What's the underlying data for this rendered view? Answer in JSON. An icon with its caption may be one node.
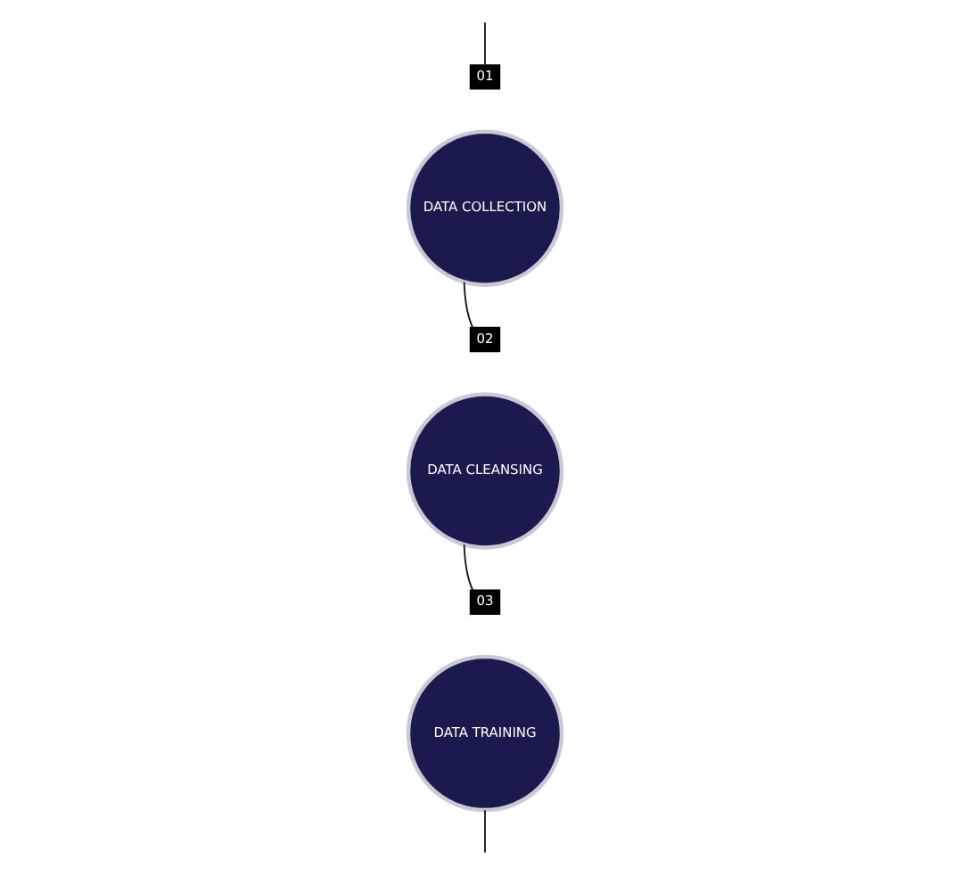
{
  "diagram": {
    "nodes": [
      {
        "text": [
          "01"
        ]
      },
      {
        "text": [
          "DATA COLLECTION"
        ]
      },
      {
        "text": [
          "02"
        ]
      },
      {
        "text": [
          "DATA CLEANSING"
        ]
      },
      {
        "text": [
          "03"
        ]
      },
      {
        "text": [
          "DATA TRAINING"
        ]
      }
    ],
    "edges": [
      {
        "from": null,
        "to": 0,
        "arrow": "none"
      },
      {
        "from": 1,
        "to": 2,
        "arrow": "none"
      },
      {
        "from": 3,
        "to": 4,
        "arrow": "none"
      },
      {
        "from": 5,
        "to": null,
        "arrow": "none"
      }
    ]
  }
}
